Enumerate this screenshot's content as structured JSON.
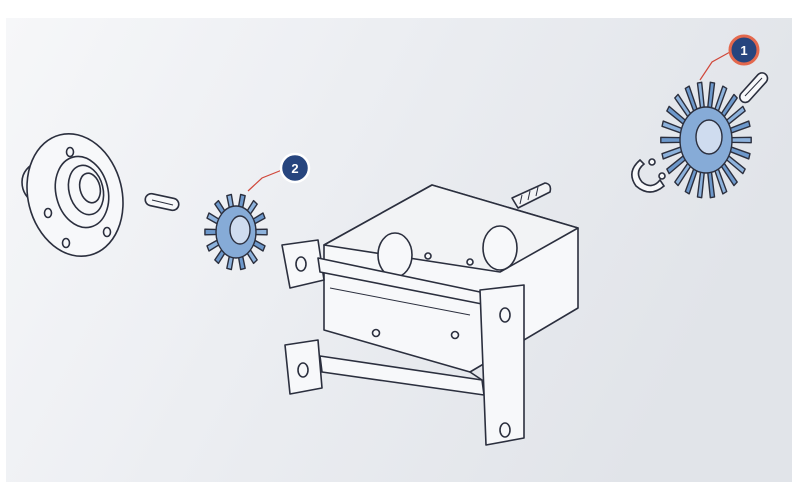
{
  "callouts": [
    {
      "number": "1",
      "ring_color": "#e4684d",
      "fill_color": "#27457e"
    },
    {
      "number": "2",
      "ring_color": "#ffffff",
      "fill_color": "#27457e"
    }
  ],
  "colors": {
    "background_light": "#f4f5f7",
    "background_shade": "#e3e5ea",
    "line": "#2b2f3e",
    "gear_fill": "#7fa6d3",
    "gear_dark": "#4e78ad",
    "text": "#ffffff"
  },
  "parts": [
    {
      "id": "bevel-gear-large",
      "icon": "bevel-gear-icon"
    },
    {
      "id": "bevel-gear-small",
      "icon": "pinion-gear-icon"
    },
    {
      "id": "flange-bearing",
      "icon": "flange-icon"
    },
    {
      "id": "gearbox-frame",
      "icon": "frame-icon"
    },
    {
      "id": "key-pin",
      "icon": "key-icon"
    },
    {
      "id": "retaining-clip",
      "icon": "clip-icon"
    }
  ]
}
